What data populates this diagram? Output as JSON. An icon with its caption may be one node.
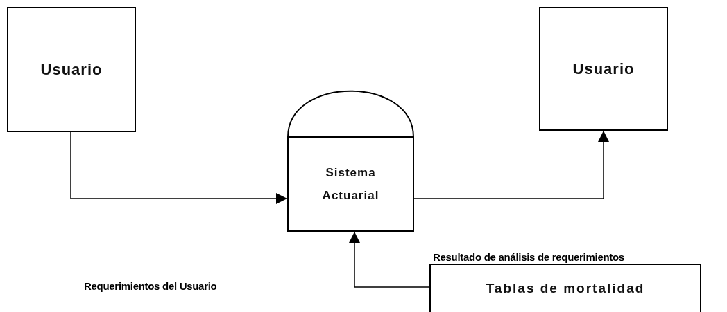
{
  "diagram": {
    "nodes": [
      {
        "text": [
          "Usuario"
        ]
      },
      {
        "text": [
          "Sistema Actuarial"
        ]
      },
      {
        "text": [
          "Usuario"
        ]
      },
      {
        "text": [
          "Tablas de mortalidad"
        ]
      }
    ],
    "edges": [
      {
        "from": 0,
        "to": 1,
        "arrow": "to"
      },
      {
        "from": 1,
        "to": 2,
        "arrow": "to"
      },
      {
        "from": 3,
        "to": 1,
        "arrow": "to"
      }
    ],
    "labels": [
      "Resultado de análisis de requerimientos",
      "Requerimientos del Usuario"
    ]
  }
}
